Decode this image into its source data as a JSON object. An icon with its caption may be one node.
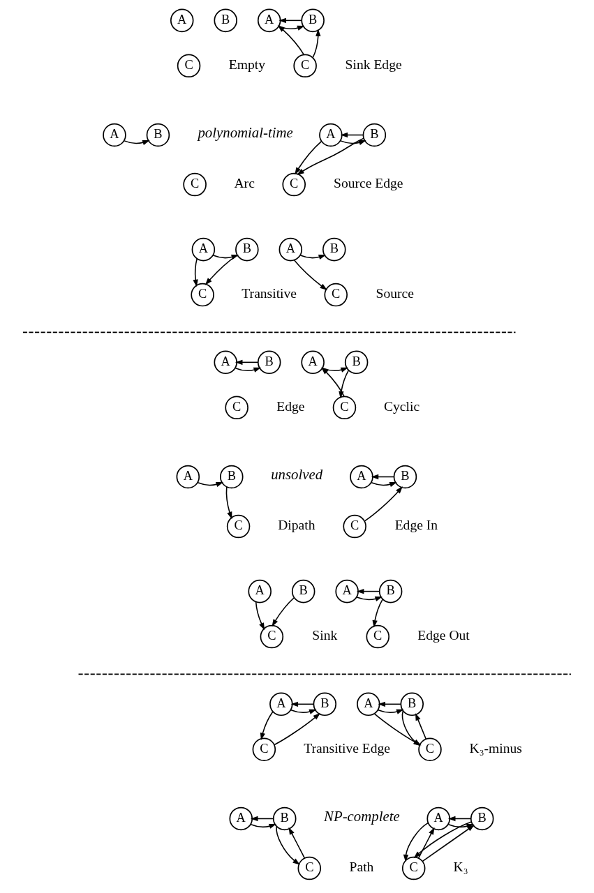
{
  "diagram": {
    "nodes": [
      {
        "text": [
          "A"
        ]
      },
      {
        "text": [
          "B"
        ]
      },
      {
        "text": [
          "C"
        ]
      },
      {
        "text": [
          "A"
        ]
      },
      {
        "text": [
          "B"
        ]
      },
      {
        "text": [
          "C"
        ]
      },
      {
        "text": [
          "A"
        ]
      },
      {
        "text": [
          "B"
        ]
      },
      {
        "text": [
          "C"
        ]
      },
      {
        "text": [
          "A"
        ]
      },
      {
        "text": [
          "B"
        ]
      },
      {
        "text": [
          "C"
        ]
      },
      {
        "text": [
          "A"
        ]
      },
      {
        "text": [
          "B"
        ]
      },
      {
        "text": [
          "C"
        ]
      },
      {
        "text": [
          "A"
        ]
      },
      {
        "text": [
          "B"
        ]
      },
      {
        "text": [
          "C"
        ]
      },
      {
        "text": [
          "A"
        ]
      },
      {
        "text": [
          "B"
        ]
      },
      {
        "text": [
          "C"
        ]
      },
      {
        "text": [
          "A"
        ]
      },
      {
        "text": [
          "B"
        ]
      },
      {
        "text": [
          "C"
        ]
      },
      {
        "text": [
          "A"
        ]
      },
      {
        "text": [
          "B"
        ]
      },
      {
        "text": [
          "C"
        ]
      },
      {
        "text": [
          "A"
        ]
      },
      {
        "text": [
          "B"
        ]
      },
      {
        "text": [
          "C"
        ]
      },
      {
        "text": [
          "A"
        ]
      },
      {
        "text": [
          "B"
        ]
      },
      {
        "text": [
          "C"
        ]
      },
      {
        "text": [
          "A"
        ]
      },
      {
        "text": [
          "B"
        ]
      },
      {
        "text": [
          "C"
        ]
      },
      {
        "text": [
          "A"
        ]
      },
      {
        "text": [
          "B"
        ]
      },
      {
        "text": [
          "C"
        ]
      },
      {
        "text": [
          "A"
        ]
      },
      {
        "text": [
          "B"
        ]
      },
      {
        "text": [
          "C"
        ]
      },
      {
        "text": [
          "A"
        ]
      },
      {
        "text": [
          "B"
        ]
      },
      {
        "text": [
          "C"
        ]
      },
      {
        "text": [
          "A"
        ]
      },
      {
        "text": [
          "B"
        ]
      },
      {
        "text": [
          "C"
        ]
      }
    ],
    "edges": [
      {
        "from": 3,
        "to": 4,
        "arrow": "to"
      },
      {
        "from": 4,
        "to": 3,
        "arrow": "to"
      },
      {
        "from": 5,
        "to": 3,
        "arrow": "to"
      },
      {
        "from": 5,
        "to": 4,
        "arrow": "to"
      },
      {
        "from": 6,
        "to": 7,
        "arrow": "to"
      },
      {
        "from": 9,
        "to": 10,
        "arrow": "to"
      },
      {
        "from": 10,
        "to": 9,
        "arrow": "to"
      },
      {
        "from": 9,
        "to": 11,
        "arrow": "to"
      },
      {
        "from": 10,
        "to": 11,
        "arrow": "to"
      },
      {
        "from": 12,
        "to": 13,
        "arrow": "to"
      },
      {
        "from": 12,
        "to": 14,
        "arrow": "to"
      },
      {
        "from": 13,
        "to": 14,
        "arrow": "to"
      },
      {
        "from": 15,
        "to": 16,
        "arrow": "to"
      },
      {
        "from": 15,
        "to": 17,
        "arrow": "to"
      },
      {
        "from": 18,
        "to": 19,
        "arrow": "to"
      },
      {
        "from": 19,
        "to": 18,
        "arrow": "to"
      },
      {
        "from": 21,
        "to": 22,
        "arrow": "to"
      },
      {
        "from": 22,
        "to": 23,
        "arrow": "to"
      },
      {
        "from": 23,
        "to": 21,
        "arrow": "to"
      },
      {
        "from": 24,
        "to": 25,
        "arrow": "to"
      },
      {
        "from": 25,
        "to": 26,
        "arrow": "to"
      },
      {
        "from": 27,
        "to": 28,
        "arrow": "to"
      },
      {
        "from": 28,
        "to": 27,
        "arrow": "to"
      },
      {
        "from": 29,
        "to": 28,
        "arrow": "to"
      },
      {
        "from": 30,
        "to": 32,
        "arrow": "to"
      },
      {
        "from": 31,
        "to": 32,
        "arrow": "to"
      },
      {
        "from": 33,
        "to": 34,
        "arrow": "to"
      },
      {
        "from": 34,
        "to": 33,
        "arrow": "to"
      },
      {
        "from": 34,
        "to": 35,
        "arrow": "to"
      },
      {
        "from": 36,
        "to": 37,
        "arrow": "to"
      },
      {
        "from": 37,
        "to": 36,
        "arrow": "to"
      },
      {
        "from": 36,
        "to": 38,
        "arrow": "to"
      },
      {
        "from": 38,
        "to": 37,
        "arrow": "to"
      },
      {
        "from": 39,
        "to": 40,
        "arrow": "to"
      },
      {
        "from": 40,
        "to": 39,
        "arrow": "to"
      },
      {
        "from": 39,
        "to": 41,
        "arrow": "to"
      },
      {
        "from": 41,
        "to": 40,
        "arrow": "to"
      },
      {
        "from": 40,
        "to": 41,
        "arrow": "to"
      },
      {
        "from": 42,
        "to": 43,
        "arrow": "to"
      },
      {
        "from": 43,
        "to": 42,
        "arrow": "to"
      },
      {
        "from": 44,
        "to": 43,
        "arrow": "to"
      },
      {
        "from": 43,
        "to": 44,
        "arrow": "to"
      },
      {
        "from": 45,
        "to": 46,
        "arrow": "to"
      },
      {
        "from": 46,
        "to": 45,
        "arrow": "to"
      },
      {
        "from": 45,
        "to": 47,
        "arrow": "to"
      },
      {
        "from": 47,
        "to": 45,
        "arrow": "to"
      },
      {
        "from": 47,
        "to": 46,
        "arrow": "to"
      },
      {
        "from": 46,
        "to": 47,
        "arrow": "to"
      }
    ],
    "labels": [
      "Empty",
      "Sink Edge",
      "Arc",
      "polynomial-time",
      "Source Edge",
      "Transitive",
      "Source",
      "Edge",
      "Cyclic",
      "Dipath",
      "unsolved",
      "Edge In",
      "Sink",
      "Edge Out",
      "Transitive Edge",
      "K₃-minus",
      "NP-complete",
      "Path",
      "K₃"
    ]
  }
}
